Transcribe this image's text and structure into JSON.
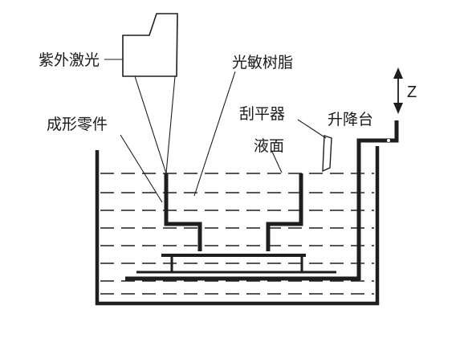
{
  "labels": {
    "laser": "紫外激光",
    "resin": "光敏树脂",
    "formed_part": "成形零件",
    "scraper": "刮平器",
    "platform": "升降台",
    "liquid_surface": "液面",
    "z_axis": "Z"
  }
}
